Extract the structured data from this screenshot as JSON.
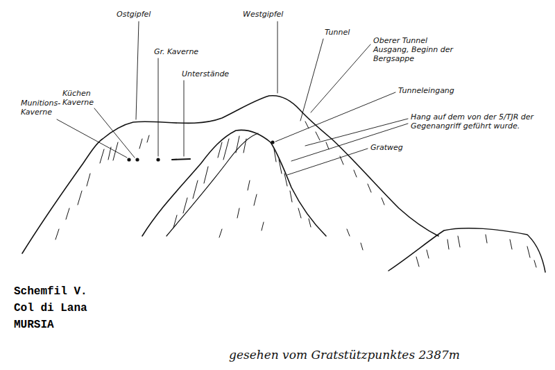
{
  "diagram": {
    "caption": "gesehen vom Gratstützpunktes 2387m",
    "labels": [
      "Ostgipfel",
      "Westgipfel",
      "Gr. Kaverne",
      "Unterstände",
      "Tunnel",
      "Oberer Tunnel Ausgang, Beginn der Bergsappe",
      "Tunneleingang",
      "Küchen Kaverne",
      "Munitions- Kaverne",
      "Hang auf dem von der 5/TJR der Gegenangriff geführt wurde.",
      "Gratweg",
      "Schemfil V.",
      "Col di Lana",
      "MURSIA"
    ]
  }
}
